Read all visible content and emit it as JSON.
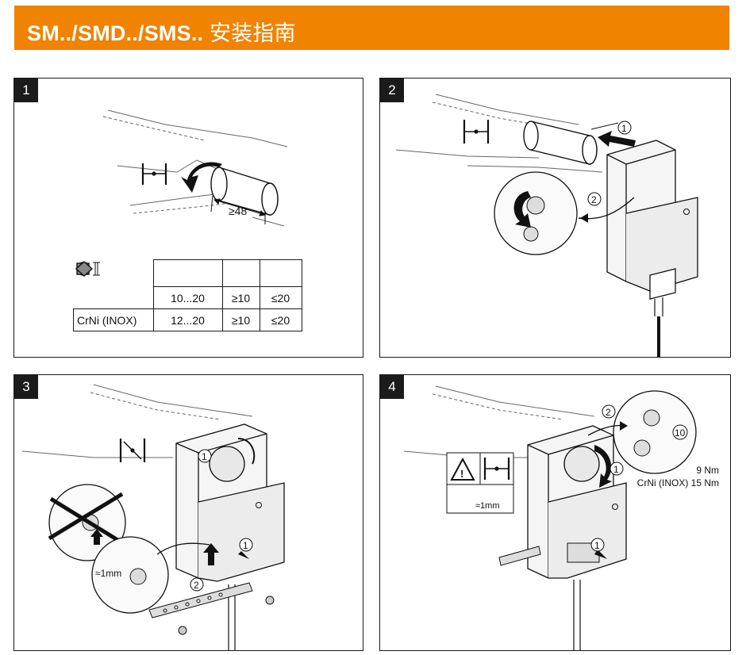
{
  "header": {
    "title_latin": "SM../SMD../SMS..",
    "title_cn": "安装指南",
    "color": "#f08300"
  },
  "panels": [
    {
      "number": "1",
      "dim_label": "≥48",
      "table": {
        "header_icons": [
          "round-shaft-icon",
          "square-shaft-icon",
          "diamond-shaft-icon"
        ],
        "rows": [
          {
            "material": "",
            "round": "10...20",
            "square": "≥10",
            "diamond": "≤20"
          },
          {
            "material": "CrNi (INOX)",
            "round": "12...20",
            "square": "≥10",
            "diamond": "≤20"
          }
        ]
      }
    },
    {
      "number": "2",
      "step1": "1",
      "step2": "2"
    },
    {
      "number": "3",
      "step1_top": "1",
      "step1_side": "1",
      "step2": "2",
      "gap_label": "≈1mm"
    },
    {
      "number": "4",
      "step1_top": "1",
      "step2": "2",
      "step1_side": "1",
      "torque_index": "10",
      "torque_standard": "9 Nm",
      "torque_inox": "CrNi (INOX) 15 Nm",
      "gap_label": "≈1mm"
    }
  ]
}
